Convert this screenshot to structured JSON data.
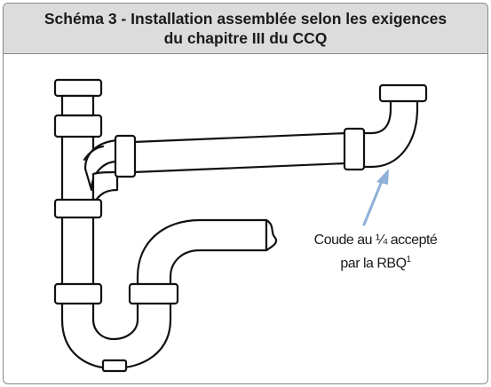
{
  "title": {
    "line1": "Schéma 3 - Installation assemblée selon les exigences",
    "line2": "du chapitre III du CCQ"
  },
  "callout": {
    "line1": "Coude au ¼ accepté",
    "line2": "par la RBQ",
    "footnote_mark": "1",
    "arrow_color": "#8fb0d8"
  }
}
